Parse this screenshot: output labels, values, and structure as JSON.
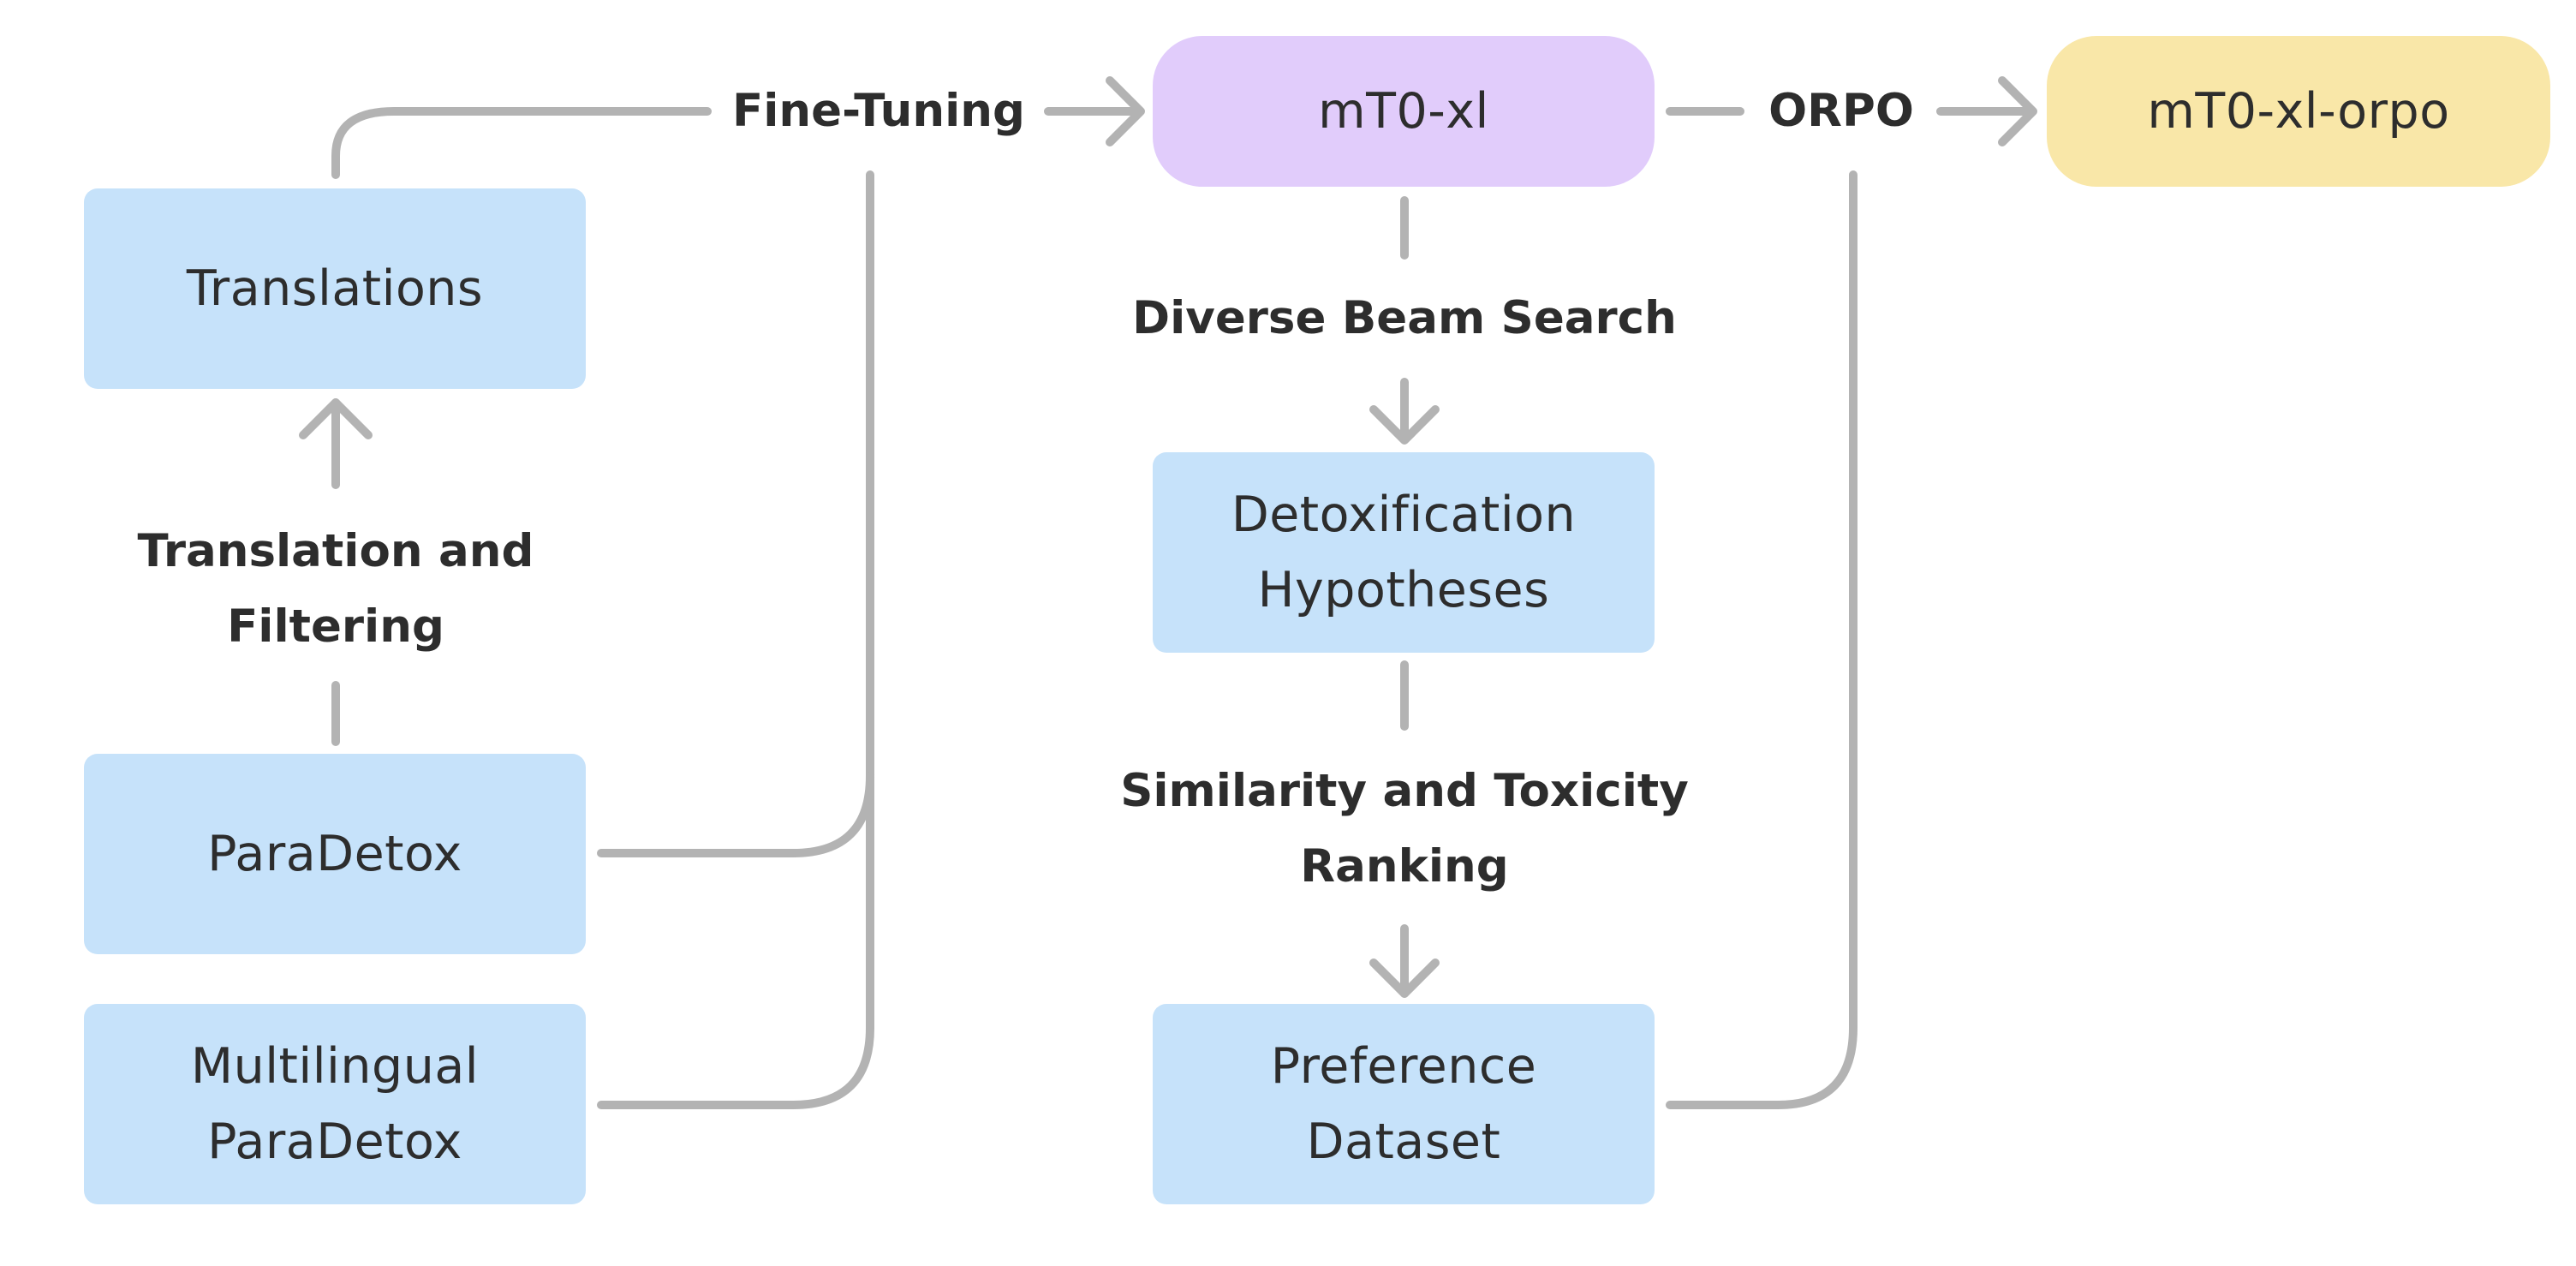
{
  "nodes": {
    "translations": {
      "lines": [
        "Translations"
      ]
    },
    "paradetox": {
      "lines": [
        "ParaDetox"
      ]
    },
    "multilingual_paradetox": {
      "lines": [
        "Multilingual",
        "ParaDetox"
      ]
    },
    "mt0_xl": {
      "lines": [
        "mT0-xl"
      ]
    },
    "detox_hypotheses": {
      "lines": [
        "Detoxification",
        "Hypotheses"
      ]
    },
    "preference_dataset": {
      "lines": [
        "Preference",
        "Dataset"
      ]
    },
    "mt0_xl_orpo": {
      "lines": [
        "mT0-xl-orpo"
      ]
    }
  },
  "edge_labels": {
    "translation_filtering": {
      "lines": [
        "Translation and",
        "Filtering"
      ]
    },
    "fine_tuning": {
      "lines": [
        "Fine-Tuning"
      ]
    },
    "orpo": {
      "lines": [
        "ORPO"
      ]
    },
    "diverse_beam_search": {
      "lines": [
        "Diverse Beam Search"
      ]
    },
    "similarity_toxicity": {
      "lines": [
        "Similarity and Toxicity",
        "Ranking"
      ]
    }
  },
  "colors": {
    "data_box": "#c6e2fa",
    "base_model": "#e1ccfb",
    "final_model": "#f9e7a8",
    "connector": "#b3b3b3",
    "text": "#2d2d2d"
  }
}
